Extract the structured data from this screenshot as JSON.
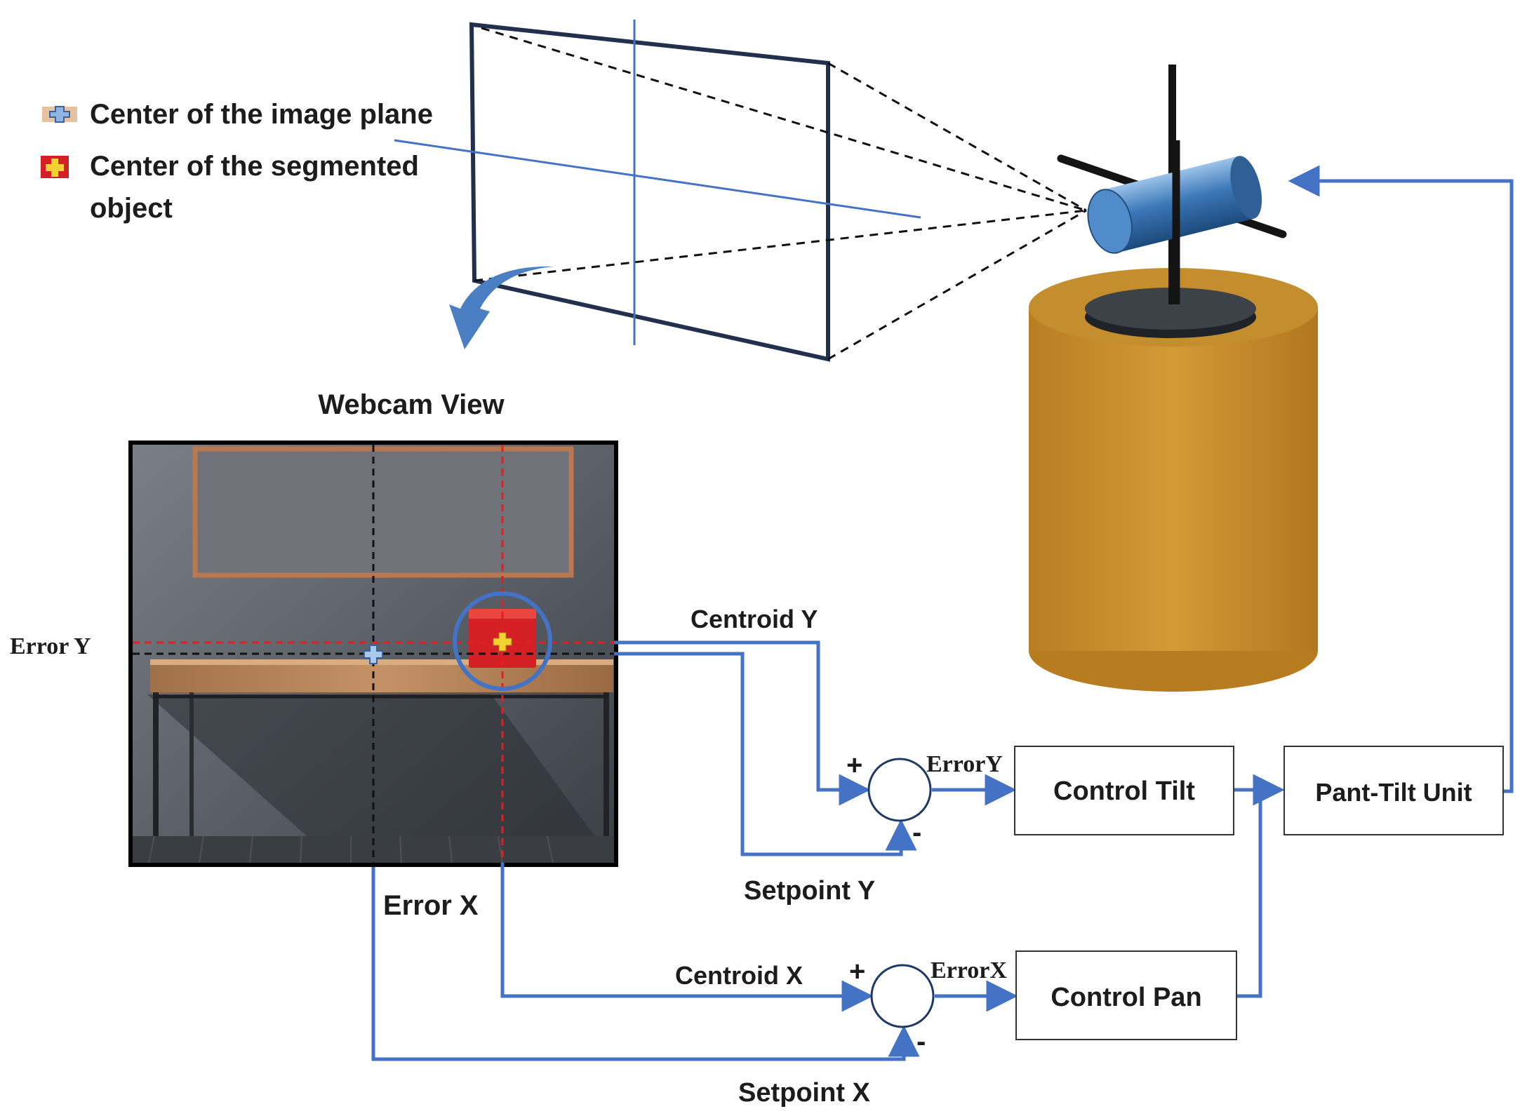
{
  "legend": {
    "image_center": "Center of the image plane",
    "object_center_line1": "Center of the segmented",
    "object_center_line2": "object"
  },
  "webcam": {
    "title": "Webcam View"
  },
  "errors": {
    "error_y_side": "Error Y",
    "error_x_bottom": "Error X",
    "error_y_sum": "ErrorY",
    "error_x_sum": "ErrorX"
  },
  "signals": {
    "centroid_y": "Centroid Y",
    "setpoint_y": "Setpoint Y",
    "centroid_x": "Centroid X",
    "setpoint_x": "Setpoint X"
  },
  "blocks": {
    "control_tilt": "Control Tilt",
    "control_pan": "Control Pan",
    "pan_tilt_unit": "Pant-Tilt Unit"
  },
  "summing": {
    "plus": "+",
    "minus": "-"
  },
  "colors": {
    "wire": "#4472c4",
    "camera": "#3f78b8",
    "base": "#b47c24",
    "object": "#d42024",
    "marker_yellow": "#f2d230",
    "dash_red": "#e02020"
  }
}
